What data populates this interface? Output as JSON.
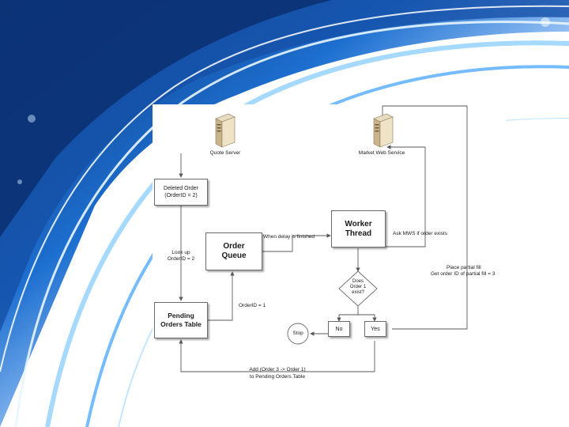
{
  "colors": {
    "bg_dark": "#0a3f86",
    "bg_mid": "#1f78d6",
    "bg_light": "#cfe6ff",
    "line": "#5a5a5a"
  },
  "servers": {
    "quote": {
      "icon": "server-icon",
      "label": "Quote Server"
    },
    "mws": {
      "icon": "server-icon",
      "label": "Market Web Service"
    }
  },
  "nodes": {
    "deleted_order": {
      "line1": "Deleted Order",
      "line2": "(OrderID = 2)"
    },
    "order_queue": {
      "line1": "Order",
      "line2": "Queue"
    },
    "worker_thread": {
      "line1": "Worker",
      "line2": "Thread"
    },
    "pending_orders": {
      "line1": "Pending",
      "line2": "Orders Table"
    },
    "decision": {
      "line1": "Does",
      "line2": "Order 1",
      "line3": "exist?"
    },
    "no": "No",
    "yes": "Yes",
    "stop": "Stop"
  },
  "edge_labels": {
    "lookup_1": "Look up",
    "lookup_2": "OrderID = 2",
    "when_delay": "When delay is finished",
    "ask_mws": "Ask MWS if order exists",
    "partial_1": "Place partial fill",
    "partial_2": "Get order ID of partial fill = 3",
    "orderid_1": "OrderID = 1",
    "add_1": "Add (Order 3 -> Order 1)",
    "add_2": "to Pending Orders Table"
  }
}
